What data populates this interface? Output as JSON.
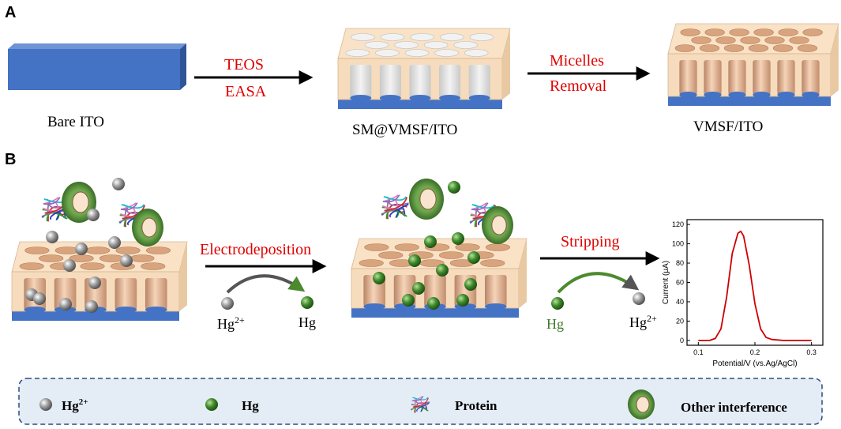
{
  "panel_a": {
    "letter": "A",
    "bare_ito": "Bare ITO",
    "step1_line1": "TEOS",
    "step1_line2": "EASA",
    "sm_vmsf": "SM@VMSF/ITO",
    "step2_line1": "Micelles",
    "step2_line2": "Removal",
    "vmsf": "VMSF/ITO"
  },
  "panel_b": {
    "letter": "B",
    "electrodeposition": "Electrodeposition",
    "stripping": "Stripping",
    "hg2_left": "Hg",
    "hg2_left_sup": "2+",
    "hg_left": "Hg",
    "hg_right": "Hg",
    "hg2_right": "Hg",
    "hg2_right_sup": "2+"
  },
  "legend": {
    "hg2_label": "Hg",
    "hg2_sup": "2+",
    "hg_label": "Hg",
    "protein_label": "Protein",
    "other_label": "Other interference"
  },
  "colors": {
    "ito": "#4472c4",
    "shell": "#f6dcbc",
    "pore": "#e6b592",
    "hg": "#3d7a2a",
    "hg2": "#8f8f8f",
    "red_text": "#e00000",
    "curve": "#cc0000",
    "legend_bg": "#e4edf6",
    "legend_border": "#2b4c7e"
  },
  "chart_data": {
    "type": "line",
    "xlabel": "Potential/V (vs.Ag/AgCl)",
    "ylabel": "Current (μA)",
    "xlim": [
      0.08,
      0.32
    ],
    "ylim": [
      -5,
      125
    ],
    "xticks": [
      0.1,
      0.2,
      0.3
    ],
    "yticks": [
      0,
      20,
      40,
      60,
      80,
      100,
      120
    ],
    "series": [
      {
        "x": [
          0.1,
          0.12,
          0.13,
          0.14,
          0.15,
          0.16,
          0.17,
          0.175,
          0.18,
          0.19,
          0.2,
          0.21,
          0.22,
          0.23,
          0.25,
          0.27,
          0.3
        ],
        "values": [
          0,
          0,
          2,
          12,
          45,
          90,
          111,
          113,
          108,
          78,
          38,
          12,
          3,
          1,
          0,
          0,
          0
        ]
      }
    ]
  }
}
